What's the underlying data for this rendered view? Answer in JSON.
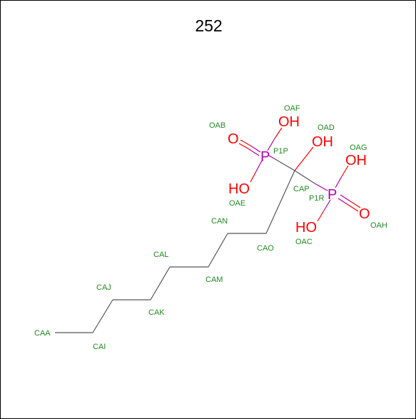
{
  "title": "252",
  "colors": {
    "bond": "#555555",
    "carbon_label": "#228b22",
    "oxygen": "#ff0000",
    "phosphorus": "#b000b0",
    "frame": "#000000"
  },
  "atoms": {
    "CAA": "CAA",
    "CAI": "CAI",
    "CAJ": "CAJ",
    "CAK": "CAK",
    "CAL": "CAL",
    "CAM": "CAM",
    "CAN": "CAN",
    "CAO": "CAO",
    "CAP": "CAP",
    "P1P": "P1P",
    "P1R": "P1R",
    "OAB": "OAB",
    "OAC": "OAC",
    "OAD": "OAD",
    "OAE": "OAE",
    "OAF": "OAF",
    "OAG": "OAG",
    "OAH": "OAH"
  },
  "symbols": {
    "p1p": "P",
    "p1r": "P",
    "oab": "O",
    "oah": "O",
    "oaf": "OH",
    "oad": "OH",
    "oag": "OH",
    "oae": "HO",
    "oac": "HO"
  }
}
